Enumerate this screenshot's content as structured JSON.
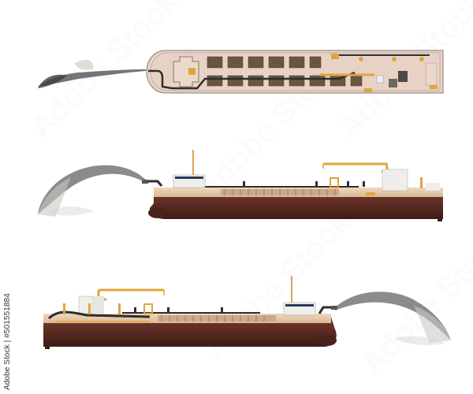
{
  "image": {
    "description": "Trailing suction hopper dredger illustration: top view and two side views discharging spray (rainbowing)",
    "views": [
      {
        "name": "top-view",
        "orientation": "plan",
        "spray_side": "left"
      },
      {
        "name": "side-view-starboard",
        "orientation": "profile",
        "spray_side": "left"
      },
      {
        "name": "side-view-port",
        "orientation": "profile",
        "spray_side": "right"
      }
    ],
    "colors": {
      "hull_red": "#5a2a22",
      "hull_dark": "#3e1c17",
      "deck_tan": "#e4c9a6",
      "deck_pink": "#e8d2c6",
      "crane_orange": "#e2a43a",
      "superstructure_white": "#f0eeea",
      "pipe_dark": "#2e2e30",
      "spray_gray": "#6e6e70"
    }
  },
  "watermark": {
    "text": "Adobe Stock"
  },
  "credit": {
    "text": "Adobe Stock | #501551884"
  }
}
